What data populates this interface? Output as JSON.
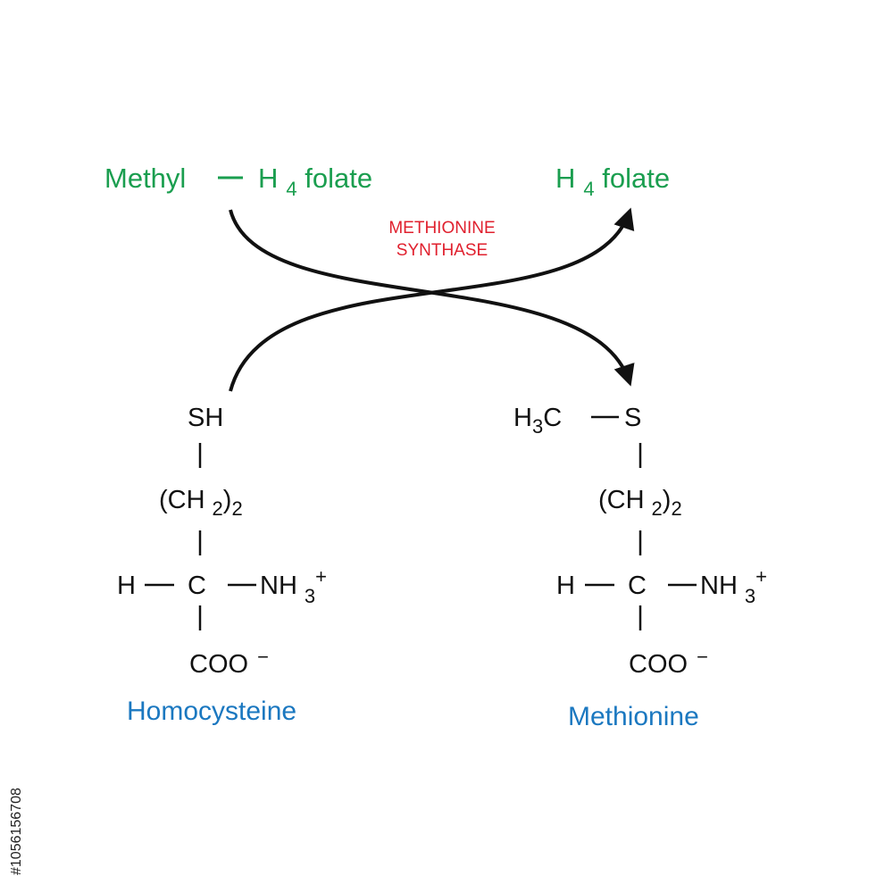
{
  "colors": {
    "green": "#1a9e4f",
    "red": "#e0202e",
    "blue": "#1b78c0",
    "black": "#111111"
  },
  "top_left": {
    "methyl": "Methyl",
    "h": "H",
    "sub4": "4",
    "folate": "folate"
  },
  "top_right": {
    "h": "H",
    "sub4": "4",
    "folate": "folate"
  },
  "enzyme": {
    "line1": "METHIONINE",
    "line2": "SYNTHASE"
  },
  "homocysteine": {
    "sh": "SH",
    "ch2_open": "(CH",
    "ch2_sub": "2",
    "ch2_close": ")",
    "ch2_mult": "2",
    "h": "H",
    "c": "C",
    "nh": "NH",
    "nh_sub": "3",
    "nh_sup": "+",
    "coo": "COO",
    "coo_sup": "−",
    "name": "Homocysteine"
  },
  "methionine": {
    "h3c_h": "H",
    "h3c_sub": "3",
    "h3c_c": "C",
    "s": "S",
    "ch2_open": "(CH",
    "ch2_sub": "2",
    "ch2_close": ")",
    "ch2_mult": "2",
    "h": "H",
    "c": "C",
    "nh": "NH",
    "nh_sub": "3",
    "nh_sup": "+",
    "coo": "COO",
    "coo_sup": "−",
    "name": "Methionine"
  },
  "stock_id": "#1056156708"
}
